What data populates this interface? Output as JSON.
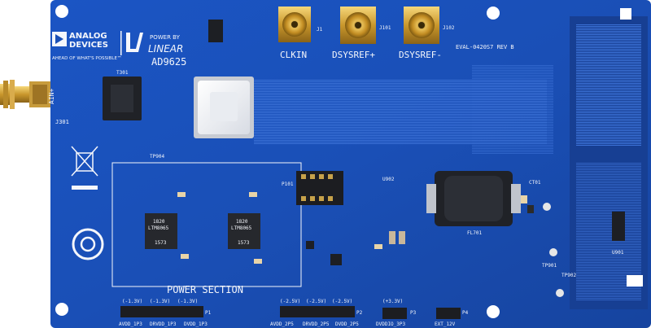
{
  "board": {
    "brand_top": "ANALOG",
    "brand_bottom": "DEVICES",
    "tagline": "AHEAD OF WHAT'S POSSIBLE™",
    "power_by": "POWER BY",
    "linear": "LINEAR",
    "part": "AD9625",
    "board_id": "EVAL-0420S7  REV B",
    "connectors": {
      "clkin": "CLKIN",
      "dsysref_p": "DSYSREF+",
      "dsysref_n": "DSYSREF-",
      "ain": "AIN+",
      "ain_ref": "J301",
      "j1": "J1",
      "j101": "J101",
      "j102": "J102"
    },
    "power_section": "POWER SECTION",
    "regulators": [
      {
        "ic": "LTM8065",
        "code": "1820",
        "lot": "1573"
      },
      {
        "ic": "LTM8065",
        "code": "1820",
        "lot": "1573"
      }
    ],
    "headers": [
      {
        "ref": "P1",
        "volts": [
          "(-1.3V)",
          "(-1.3V)",
          "(-1.3V)"
        ],
        "nets": [
          "AVDD_1P3",
          "DRVDD_1P3",
          "DVDD_1P3"
        ]
      },
      {
        "ref": "P2",
        "volts": [
          "(-2.5V)",
          "(-2.5V)",
          "(-2.5V)"
        ],
        "nets": [
          "AVDD_2P5",
          "DRVDD_2P5",
          "DVDD_2P5"
        ]
      },
      {
        "ref": "P3",
        "volts": [
          "(+3.3V)"
        ],
        "nets": [
          "DVDDIO_3P3"
        ]
      },
      {
        "ref": "P4",
        "volts": [],
        "nets": [
          "EXT_12V"
        ]
      }
    ],
    "refs": [
      "T301",
      "TP904",
      "U902",
      "P101",
      "FL701",
      "U901",
      "TP901",
      "TP902",
      "CT01"
    ]
  }
}
